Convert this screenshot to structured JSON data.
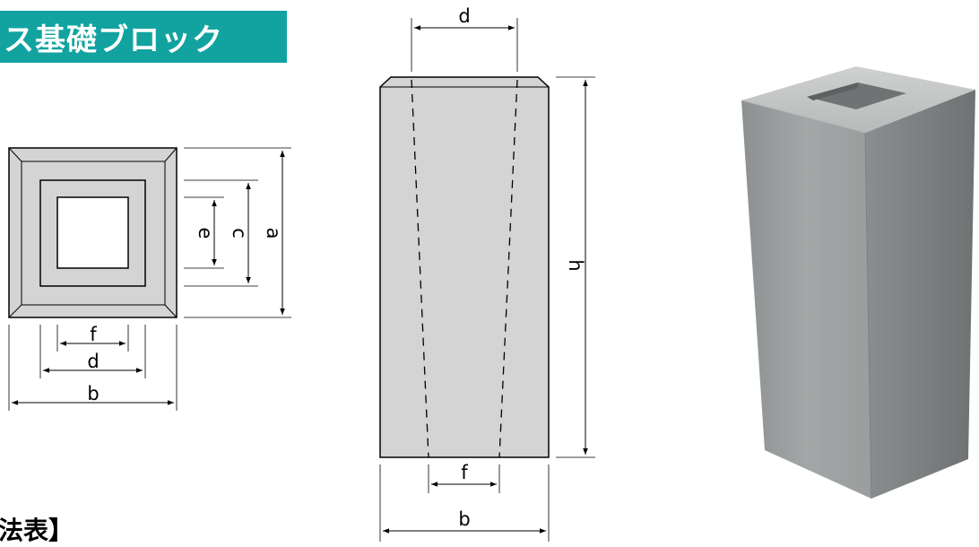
{
  "title": "ス基礎ブロック",
  "table_heading": "法表】",
  "plan_view": {
    "labels": {
      "a": "a",
      "b": "b",
      "c": "c",
      "d": "d",
      "e": "e",
      "f": "f"
    }
  },
  "elevation_view": {
    "labels": {
      "d": "d",
      "h": "h",
      "f": "f",
      "b": "b"
    }
  },
  "colors": {
    "banner": "#12a3a0",
    "block_face": "#d4d4d4",
    "photo_concrete": "#9a9d9d"
  }
}
